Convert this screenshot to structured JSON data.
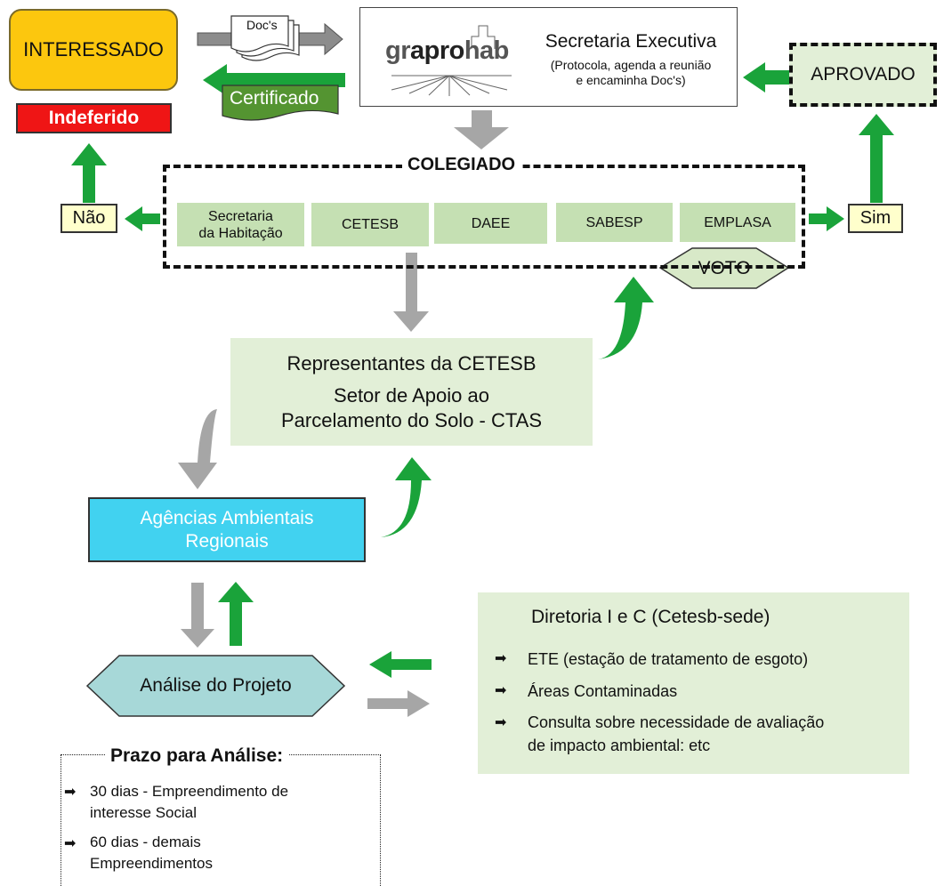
{
  "interessado": "INTERESSADO",
  "indeferido": "Indeferido",
  "docs": "Doc's",
  "certificado": "Certificado",
  "secretaria": {
    "logo_prefix": "gr",
    "logo_highlight": "apro",
    "logo_suffix": "hab",
    "title": "Secretaria Executiva",
    "subtitle_line1": "(Protocola, agenda a reunião",
    "subtitle_line2": "e encaminha Doc's)"
  },
  "aprovado": "APROVADO",
  "nao": "Não",
  "sim": "Sim",
  "colegiado": {
    "title": "COLEGIADO",
    "members": [
      "Secretaria",
      "da Habitação",
      "CETESB",
      "DAEE",
      "SABESP",
      "EMPLASA"
    ],
    "voto": "VOTO"
  },
  "representantes": {
    "line1": "Representantes da CETESB",
    "line2": "Setor de  Apoio ao",
    "line3": "Parcelamento do Solo - CTAS"
  },
  "agencias": {
    "line1": "Agências Ambientais",
    "line2": "Regionais"
  },
  "analise": "Análise do Projeto",
  "diretoria": {
    "title": "Diretoria I e C (Cetesb-sede)",
    "items": [
      "ETE (estação de tratamento de esgoto)",
      "Áreas Contaminadas",
      "Consulta sobre necessidade de avaliação",
      "de impacto ambiental: etc"
    ]
  },
  "prazo": {
    "title": "Prazo para Análise:",
    "items": [
      "30 dias - Empreendimento de",
      "interesse Social",
      "60 dias - demais",
      "Empreendimentos"
    ]
  },
  "colors": {
    "green_arrow": "#1aa33a",
    "gray_arrow": "#a6a6a6",
    "member_fill": "#c5e0b3",
    "panel_fill": "#e2efd7",
    "agencias_fill": "#41d2f0",
    "interessado_fill": "#fcc70e",
    "indeferido_fill": "#ef1515",
    "certificado_fill": "#549431",
    "analise_fill": "#a7d8d8"
  }
}
